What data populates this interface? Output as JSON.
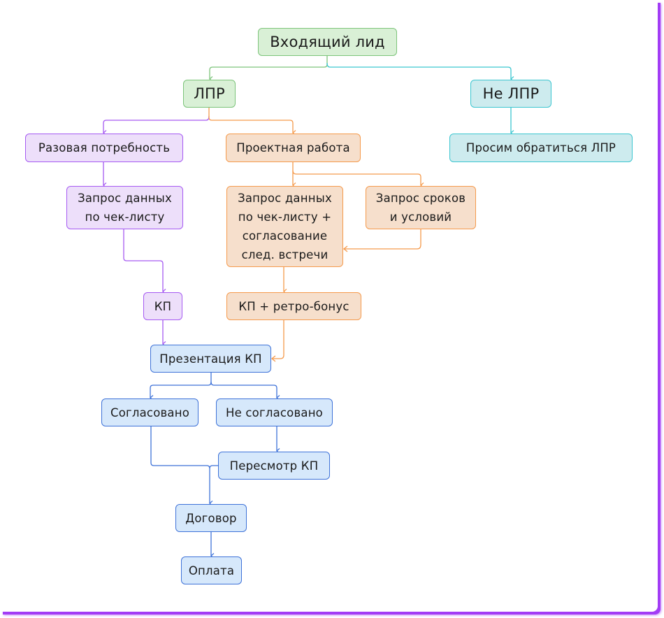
{
  "diagram": {
    "title": "Входящий лид",
    "colors": {
      "green": "#7cc47a",
      "teal": "#3cc6d0",
      "purple": "#a65af2",
      "orange": "#f59a4c",
      "blue": "#3e72d8",
      "frame_shadow": "#a23cf5"
    },
    "nodes": {
      "incoming_lead": "Входящий лид",
      "lpr": "ЛПР",
      "not_lpr": "Не ЛПР",
      "one_time_need": "Разовая потребность",
      "project_work": "Проектная работа",
      "ask_contact_lpr": "Просим обратиться ЛПР",
      "checklist_request": "Запрос данных\nпо чек-листу",
      "checklist_request_meeting": "Запрос данных\nпо чек-листу +\nсогласование\nслед. встречи",
      "terms_request": "Запрос сроков\nи условий",
      "kp": "КП",
      "kp_retro_bonus": "КП + ретро-бонус",
      "kp_presentation": "Презентация КП",
      "agreed": "Согласовано",
      "not_agreed": "Не согласовано",
      "kp_revision": "Пересмотр КП",
      "contract": "Договор",
      "payment": "Оплата"
    },
    "edges": [
      {
        "from": "incoming_lead",
        "to": "lpr",
        "color": "green"
      },
      {
        "from": "incoming_lead",
        "to": "not_lpr",
        "color": "teal"
      },
      {
        "from": "not_lpr",
        "to": "ask_contact_lpr",
        "color": "teal"
      },
      {
        "from": "lpr",
        "to": "one_time_need",
        "color": "purple"
      },
      {
        "from": "lpr",
        "to": "project_work",
        "color": "orange"
      },
      {
        "from": "one_time_need",
        "to": "checklist_request",
        "color": "purple"
      },
      {
        "from": "checklist_request",
        "to": "kp",
        "color": "purple"
      },
      {
        "from": "kp",
        "to": "kp_presentation",
        "color": "purple"
      },
      {
        "from": "project_work",
        "to": "checklist_request_meeting",
        "color": "orange"
      },
      {
        "from": "project_work",
        "to": "terms_request",
        "color": "orange"
      },
      {
        "from": "terms_request",
        "to": "checklist_request_meeting",
        "color": "orange"
      },
      {
        "from": "checklist_request_meeting",
        "to": "kp_retro_bonus",
        "color": "orange"
      },
      {
        "from": "kp_retro_bonus",
        "to": "kp_presentation",
        "color": "orange"
      },
      {
        "from": "kp_presentation",
        "to": "agreed",
        "color": "blue"
      },
      {
        "from": "kp_presentation",
        "to": "not_agreed",
        "color": "blue"
      },
      {
        "from": "not_agreed",
        "to": "kp_revision",
        "color": "blue"
      },
      {
        "from": "agreed",
        "to": "contract",
        "color": "blue"
      },
      {
        "from": "kp_revision",
        "to": "contract",
        "color": "blue"
      },
      {
        "from": "contract",
        "to": "payment",
        "color": "blue"
      }
    ]
  }
}
